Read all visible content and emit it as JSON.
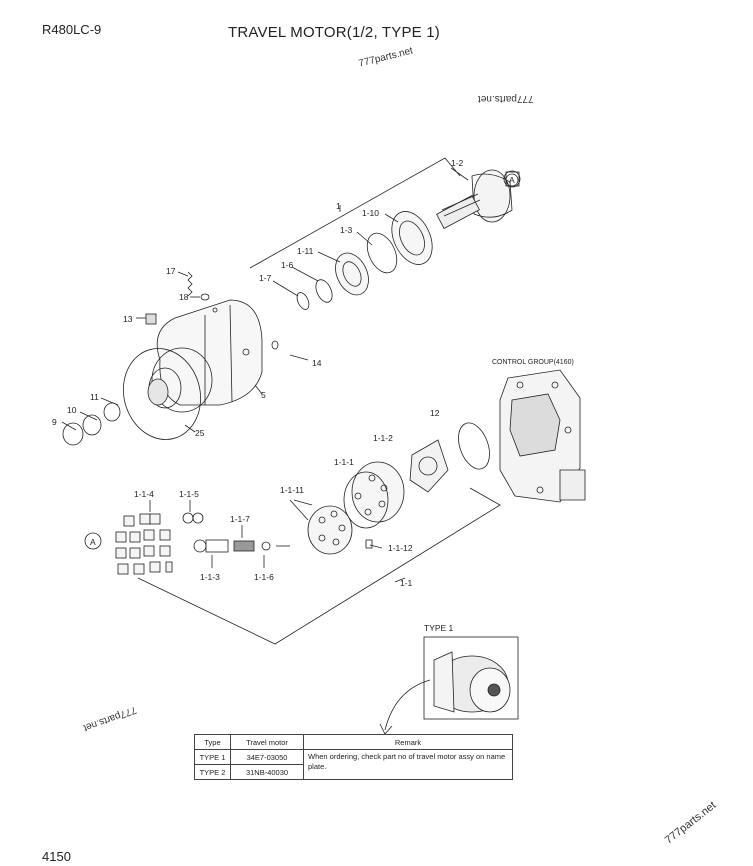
{
  "header": {
    "model": "R480LC-9",
    "title": "TRAVEL MOTOR(1/2, TYPE 1)"
  },
  "page_number": "4150",
  "watermarks": [
    "777parts.net",
    "777parts.net",
    "777parts.net",
    "777parts.net"
  ],
  "diagram": {
    "part_labels": [
      "1",
      "1-2",
      "1-3",
      "1-6",
      "1-7",
      "1-10",
      "1-11",
      "5",
      "12",
      "13",
      "14",
      "17",
      "18",
      "9",
      "10",
      "11",
      "25",
      "1-1",
      "1-1-1",
      "1-1-2",
      "1-1-3",
      "1-1-4",
      "1-1-5",
      "1-1-6",
      "1-1-7",
      "1-1-11",
      "1-1-12"
    ],
    "ref_marker": "A",
    "control_group": "CONTROL GROUP(4160)",
    "type_inset_label": "TYPE 1"
  },
  "legend": {
    "headers": [
      "Type",
      "Travel motor",
      "Remark"
    ],
    "rows": [
      {
        "type": "TYPE 1",
        "motor": "34E7-03050"
      },
      {
        "type": "TYPE 2",
        "motor": "31NB-40030"
      }
    ],
    "remark": "When ordering, check part no of travel motor assy on name plate."
  }
}
